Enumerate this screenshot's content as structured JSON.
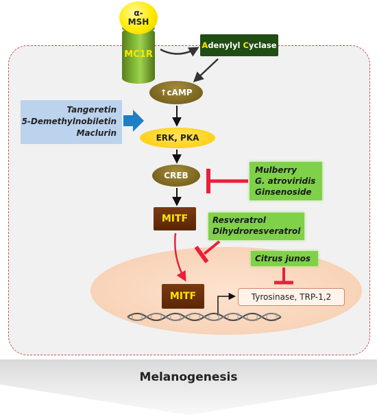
{
  "receptor": {
    "ligand_line1": "α-",
    "ligand_line2": "MSH",
    "label": "MC1R"
  },
  "adenylyl_cyclase": {
    "part1_hl": "A",
    "part1": "denylyl ",
    "part2_hl": "C",
    "part2": "yclase"
  },
  "pathway": {
    "camp": "↑cAMP",
    "erk_pka": "ERK, PKA",
    "creb": "CREB",
    "mitf_cytoplasm": "MITF",
    "mitf_nucleus": "MITF",
    "target_genes": "Tyrosinase, TRP-1,2"
  },
  "activators": {
    "items": [
      "Tangeretin",
      "5-Demethylnobiletin",
      "Maclurin"
    ]
  },
  "creb_inhibitors": {
    "items": [
      "Mulberry",
      "G. atroviridis",
      "Ginsenoside"
    ]
  },
  "mitf_inhibitors": {
    "items": [
      "Resveratrol",
      "Dihydroresveratrol"
    ]
  },
  "gene_inhibitor": {
    "label": "Citrus junos"
  },
  "outcome": {
    "label": "Melanogenesis"
  },
  "colors": {
    "receptor": "#8dc63f",
    "ligand": "#ffeb00",
    "adenylyl_cyclase": "#1f4d14",
    "second_messenger": "#7a6520",
    "kinase": "#ffd21a",
    "mitf": "#5a2606",
    "activator_box": "#bcd3ee",
    "inhibitor_box": "#7fd14a",
    "inhibition": "#e8203a",
    "nucleus": "#f8d3b8",
    "cell_border": "#c0504d"
  }
}
